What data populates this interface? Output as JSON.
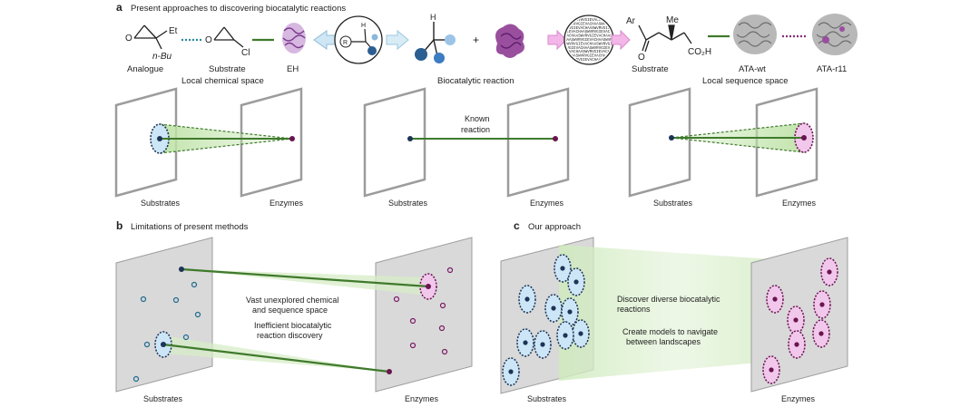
{
  "panel_a": {
    "letter": "a",
    "title": "Present approaches to discovering biocatalytic reactions",
    "molecules": {
      "analogue": {
        "et": "Et",
        "nbu": "n-Bu",
        "o": "O",
        "label": "Analogue"
      },
      "substrate_left": {
        "o": "O",
        "cl": "Cl",
        "label": "Substrate"
      },
      "eh": {
        "label": "EH"
      },
      "mechanism_r": "R",
      "mechanism_h": "H",
      "enzyme_bubble_h": "H",
      "plus": "+",
      "substrate_right": {
        "ar": "Ar",
        "o": "O",
        "me": "Me",
        "co2h": "CO₂H",
        "label": "Substrate"
      },
      "ata_wt": "ATA-wt",
      "ata_r11": "ATA-r11",
      "sequence_text": "CHAASWVRVGIEVACHAASWVRVGIEVACHAASWVRVGIEVACHAASWVRVGIEVACHAASWVRVGIEV"
    },
    "section_labels": {
      "local_chemical": "Local chemical space",
      "biocatalytic": "Biocatalytic reaction",
      "local_sequence": "Local sequence space"
    },
    "known_reaction": [
      "Known",
      "reaction"
    ],
    "plane_labels": {
      "substrates": "Substrates",
      "enzymes": "Enzymes"
    }
  },
  "panel_b": {
    "letter": "b",
    "title": "Limitations of present methods",
    "text1": [
      "Vast unexplored chemical",
      "and sequence space"
    ],
    "text2": [
      "Inefficient biocatalytic",
      "reaction discovery"
    ],
    "substrates": "Substrates",
    "enzymes": "Enzymes"
  },
  "panel_c": {
    "letter": "c",
    "title": "Our approach",
    "text1": [
      "Discover diverse biocatalytic",
      "reactions"
    ],
    "text2": [
      "Create models to navigate",
      "between landscapes"
    ],
    "substrates": "Substrates",
    "enzymes": "Enzymes"
  },
  "colors": {
    "green_line": "#3f7a2c",
    "green_cone": "#bfe3a8",
    "blue_fill": "#cde6f7",
    "blue_dot": "#1c3456",
    "pink_fill": "#f2c7ec",
    "purple_dot": "#6a1450",
    "plane_fill": "#d9d9d9",
    "plane_stroke": "#9c9c9c"
  }
}
